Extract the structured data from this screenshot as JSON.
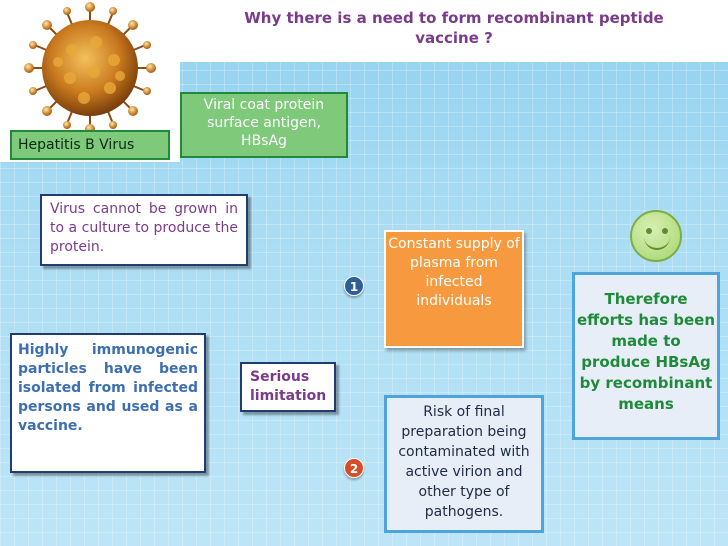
{
  "title": "Why there is a need to form recombinant peptide vaccine ?",
  "virus": {
    "label": "Hepatitis B Virus",
    "image": "hepatitis-b-virus-illustration"
  },
  "hbsag": "Viral coat protein surface antigen, HBsAg",
  "cannot_grow": "Virus cannot be grown in to a culture to produce the protein.",
  "immunogenic": "Highly immunogenic particles have been isolated from infected persons and used as a vaccine.",
  "serious_limitation": "Serious limitation",
  "limitations": [
    {
      "number": "1",
      "text": "Constant supply of plasma from infected individuals"
    },
    {
      "number": "2",
      "text": "Risk of final preparation being contaminated with active virion and other type of pathogens."
    }
  ],
  "conclusion": "Therefore efforts has been made to produce HBsAg by recombinant means",
  "colors": {
    "background": "#a9dcf3",
    "green_box": "#7ec97a",
    "orange_box": "#f79a3f",
    "blue_border": "#4ea4dc",
    "title_text": "#7a3b8a"
  }
}
